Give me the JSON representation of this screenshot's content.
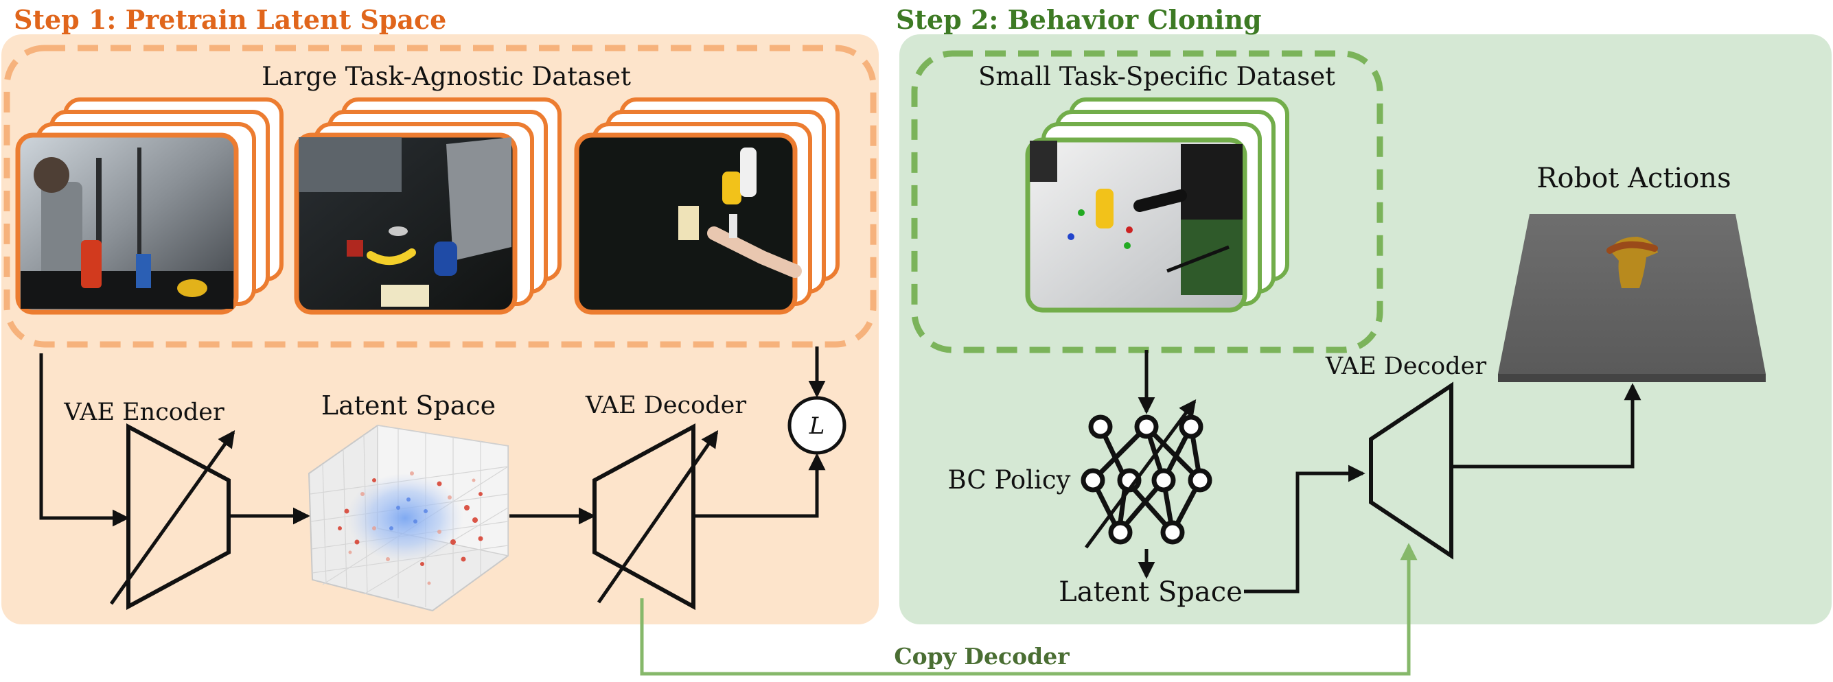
{
  "colors": {
    "step1_fill": "#fde4cb",
    "step1_dash": "#f6b27c",
    "step1_title": "#e0651b",
    "step1_frame": "#ec7c30",
    "step2_fill": "#d5e8d4",
    "step2_dash": "#7bb35a",
    "step2_title": "#3d7a24",
    "step2_frame": "#72ad4a",
    "copy_arrow": "#86b86a",
    "copy_text": "#4a6e33",
    "ink": "#111111"
  },
  "step1": {
    "title": "Step 1: Pretrain Latent Space",
    "dataset_label": "Large Task-Agnostic Dataset",
    "encoder_label": "VAE Encoder",
    "latent_label": "Latent Space",
    "decoder_label": "VAE Decoder",
    "loss_symbol": "L"
  },
  "step2": {
    "title": "Step 2: Behavior Cloning",
    "dataset_label": "Small Task-Specific Dataset",
    "policy_label": "BC Policy",
    "latent_label": "Latent Space",
    "decoder_label": "VAE Decoder",
    "actions_label": "Robot Actions"
  },
  "copy_label": "Copy Decoder",
  "icons": [
    "camera-frame-stack",
    "encoder-trapezoid-icon",
    "decoder-trapezoid-icon",
    "latent-scatter-cube",
    "neural-network-icon",
    "robot-table-icon",
    "loss-node-icon"
  ]
}
